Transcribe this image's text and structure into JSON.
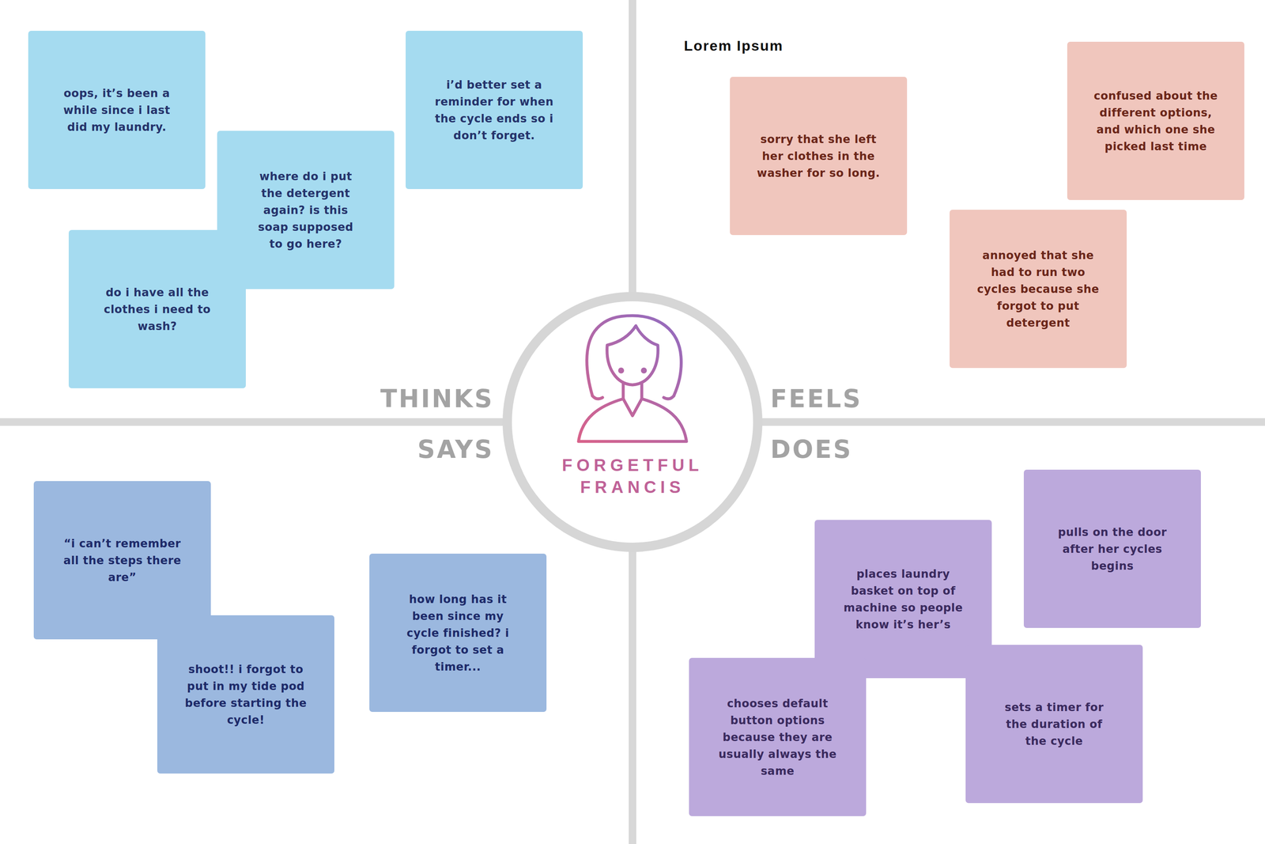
{
  "diagram": {
    "nodes": [
      {
        "text": [
          "oops, it’s been a while since i last did my laundry."
        ]
      },
      {
        "text": [
          "where do i put the detergent again? is this soap supposed to go here?"
        ]
      },
      {
        "text": [
          "do i have all the clothes i need to wash?"
        ]
      },
      {
        "text": [
          "i’d better set a reminder for when the cycle ends so i don’t forget."
        ]
      },
      {
        "text": [
          "sorry that she left her clothes in the washer for so long."
        ]
      },
      {
        "text": [
          "confused about the different options, and which one she picked last time"
        ]
      },
      {
        "text": [
          "annoyed that she had to run two cycles because she forgot to put detergent"
        ]
      },
      {
        "text": [
          "FORGETFUL FRANCIS"
        ]
      },
      {
        "text": [
          "“i can’t remember all the steps there are”"
        ]
      },
      {
        "text": [
          "shoot!! i forgot to put in my tide pod before starting the cycle!"
        ]
      },
      {
        "text": [
          "how long has it been since my cycle finished? i forgot to set a timer..."
        ]
      },
      {
        "text": [
          "pulls on the door after her cycles begins"
        ]
      },
      {
        "text": [
          "places laundry basket on top of machine so people know it’s her’s"
        ]
      },
      {
        "text": [
          "chooses default button options because they are usually always the same"
        ]
      },
      {
        "text": [
          "sets a timer for the duration of the cycle"
        ]
      }
    ],
    "labels": [
      "Lorem Ipsum",
      "THINKS",
      "FEELS",
      "SAYS",
      "DOES"
    ]
  }
}
